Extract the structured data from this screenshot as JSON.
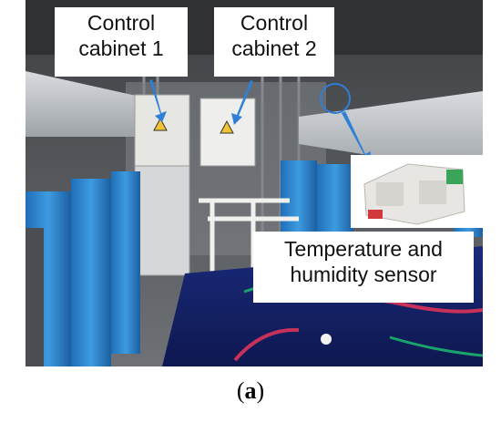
{
  "labels": {
    "cabinet1": [
      "Control",
      "cabinet 1"
    ],
    "cabinet2": [
      "Control",
      "cabinet 2"
    ],
    "sensor": [
      "Temperature and",
      "humidity sensor"
    ]
  },
  "caption": {
    "open": "(",
    "letter": "a",
    "close": ")"
  }
}
